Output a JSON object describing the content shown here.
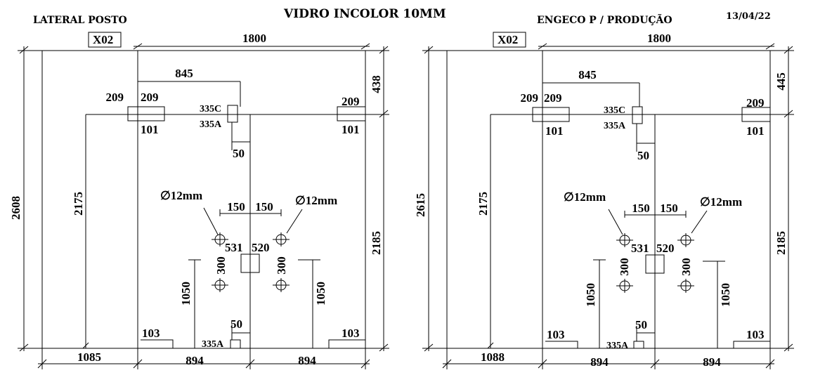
{
  "header": {
    "center_title": "VIDRO INCOLOR 10MM",
    "left_title": "LATERAL POSTO",
    "right_title": "ENGECO P / PRODUÇÃO",
    "date": "13/04/22"
  },
  "left": {
    "tag": "X02",
    "total_height": "2608",
    "side_height": "2175",
    "side_width": "1085",
    "width_top": "1800",
    "top_offset": "438",
    "right_height": "2185",
    "hole_distance": "845",
    "hinge_left_a": "209",
    "hinge_left_b": "209",
    "hinge_right": "209",
    "hinge_left_h": "101",
    "hinge_right_h": "101",
    "lock_top_c": "335C",
    "lock_top_a": "335A",
    "lock_offset": "50",
    "hole_diam_left": "∅12mm",
    "hole_diam_right": "∅12mm",
    "hole_gap_left": "150",
    "hole_gap_right": "150",
    "center_left": "531",
    "center_right": "520",
    "hole_vert_left": "300",
    "hole_vert_right": "300",
    "handle_height_left": "1050",
    "handle_height_right": "1050",
    "bottom_lock_offset": "50",
    "bottom_lock": "335A",
    "corner_left": "103",
    "corner_right": "103",
    "bottom_left": "894",
    "bottom_right": "894"
  },
  "right": {
    "tag": "X02",
    "total_height": "2615",
    "side_height": "2175",
    "side_width": "1088",
    "width_top": "1800",
    "top_offset": "445",
    "right_height": "2185",
    "hole_distance": "845",
    "hinge_left_a": "209",
    "hinge_left_b": "209",
    "hinge_right": "209",
    "hinge_left_h": "101",
    "hinge_right_h": "101",
    "lock_top_c": "335C",
    "lock_top_a": "335A",
    "lock_offset": "50",
    "hole_diam_left": "∅12mm",
    "hole_diam_right": "∅12mm",
    "hole_gap_left": "150",
    "hole_gap_right": "150",
    "center_left": "531",
    "center_right": "520",
    "hole_vert_left": "300",
    "hole_vert_right": "300",
    "handle_height_left": "1050",
    "handle_height_right": "1050",
    "bottom_lock_offset": "50",
    "bottom_lock": "335A",
    "corner_left": "103",
    "corner_right": "103",
    "bottom_left": "894",
    "bottom_right": "894"
  }
}
